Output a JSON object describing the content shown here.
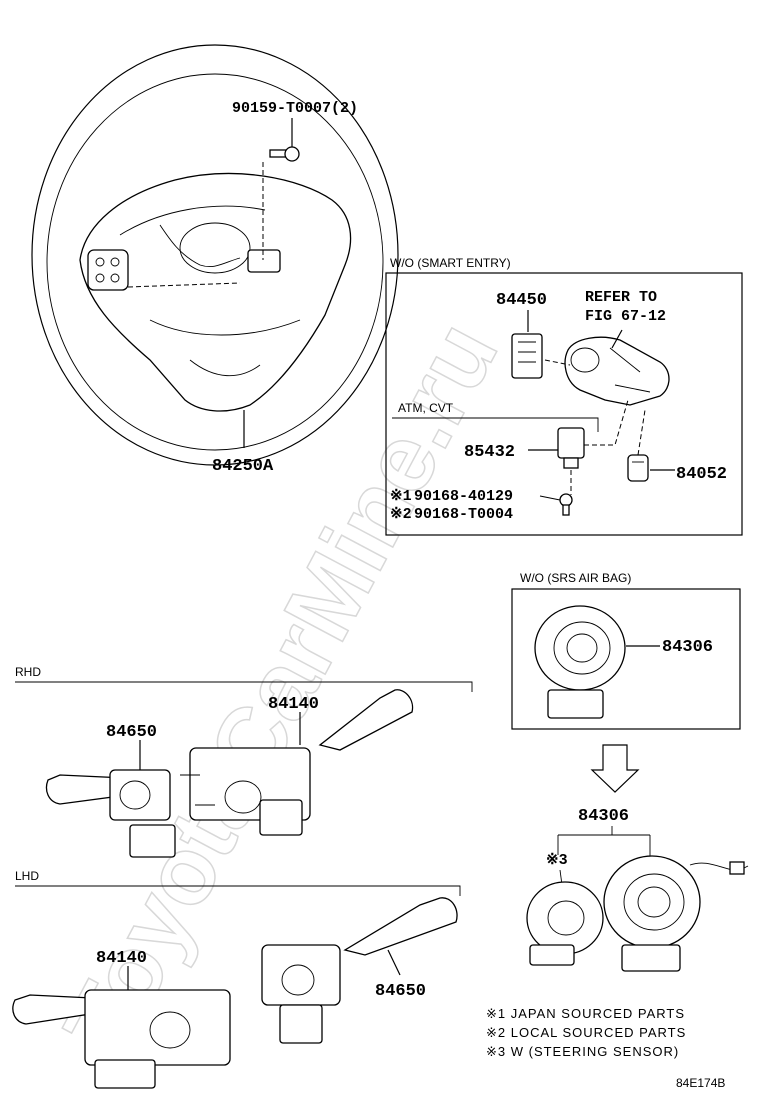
{
  "watermark": "ToyotaCarMine.ru",
  "parts": {
    "screw_top": "90159-T0007(2)",
    "wheel": "84250A",
    "p84450": "84450",
    "refer_line1": "REFER TO",
    "refer_line2": "FIG 67-12",
    "p85432": "85432",
    "p84052": "84052",
    "bolt1_mark": "※1",
    "bolt1": "90168-40129",
    "bolt2_mark": "※2",
    "bolt2": "90168-T0004",
    "spiral_box": "84306",
    "spiral_main": "84306",
    "steering_sensor_mark": "※3",
    "rhd_right": "84140",
    "rhd_left": "84650",
    "lhd_left": "84140",
    "lhd_right": "84650"
  },
  "groups": {
    "smart_entry": "W/O (SMART ENTRY)",
    "atm_cvt": "ATM, CVT",
    "srs_airbag": "W/O (SRS AIR BAG)",
    "rhd": "RHD",
    "lhd": "LHD"
  },
  "legend": [
    "※1 JAPAN SOURCED PARTS",
    "※2 LOCAL SOURCED PARTS",
    "※3 W (STEERING SENSOR)"
  ],
  "figure_code": "84E174B"
}
